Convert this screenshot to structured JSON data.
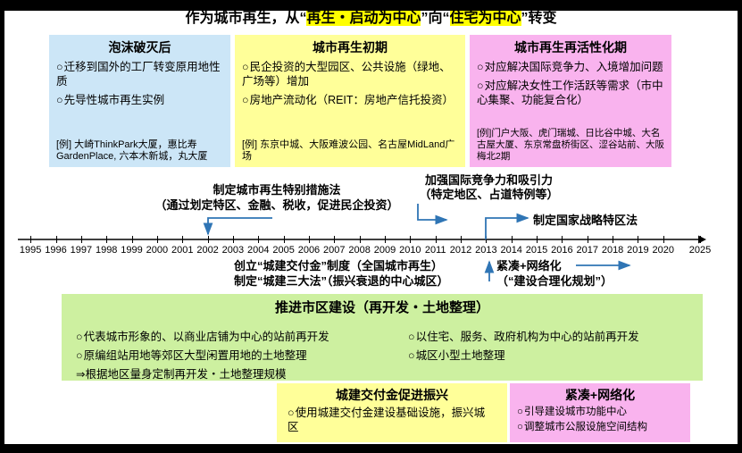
{
  "title": {
    "segments": [
      {
        "text": "作为城市再生，从“",
        "highlight": false
      },
      {
        "text": "再生・启动为中心",
        "highlight": true
      },
      {
        "text": "”向“",
        "highlight": false
      },
      {
        "text": "住宅为中心",
        "highlight": true
      },
      {
        "text": "”转变",
        "highlight": false
      }
    ]
  },
  "glyphs": {
    "bullet": "○"
  },
  "phases": [
    {
      "name": "泡沫破灭后",
      "bullets": [
        "迁移到国外的工厂转变原用地性质",
        "先导性城市再生实例"
      ],
      "example": "[例] 大崎ThinkPark大厦，惠比寿GardenPlace, 六本木新城，丸大厦"
    },
    {
      "name": "城市再生初期",
      "bullets": [
        "民企投资的大型园区、公共设施（绿地、广场等）增加",
        "房地产流动化（REIT：房地产信托投资）"
      ],
      "example": "[例] 东京中城、大阪难波公园、名古屋MidLand广场"
    },
    {
      "name": "城市再生再活性化期",
      "bullets": [
        "对应解决国际竞争力、入境增加问题",
        "对应解决女性工作活跃等需求（市中心集聚、功能复合化）"
      ],
      "example": "[例]门户大阪、虎门瑞城、日比谷中城、大名古屋大厦、东京常盘桥街区、涩谷站前、大阪梅北2期"
    }
  ],
  "annotations": {
    "special_measures": {
      "line1": "制定城市再生特别措施法",
      "line2": "（通过划定特区、金融、税收，促进民企投资）"
    },
    "competitiveness": {
      "line1": "加强国际竞争力和吸引力",
      "line2": "（特定地区、占道特例等）"
    },
    "strategic_zone": {
      "line1": "制定国家战略特区法"
    },
    "grant_system": {
      "line1": "创立“城建交付金”制度（全国城市再生）",
      "line2": "制定“城建三大法”（振兴衰退的中心城区）"
    },
    "compact_network": {
      "line1": "紧凑+网络化",
      "line2": "（“建设合理化规划”）"
    }
  },
  "timeline": {
    "years": [
      "1995",
      "1996",
      "1997",
      "1998",
      "1999",
      "2000",
      "2001",
      "2002",
      "2003",
      "2004",
      "2005",
      "2006",
      "2007",
      "2008",
      "2009",
      "2010",
      "2011",
      "2012",
      "2013",
      "2014",
      "2015",
      "2016",
      "2017",
      "2018",
      "2019",
      "2020"
    ],
    "far_year": "2025"
  },
  "district_development": {
    "title": "推进市区建设（再开发・土地整理）",
    "left_bullets": [
      "代表城市形象的、以商业店铺为中心的站前再开发",
      "原编组站用地等郊区大型闲置用地的土地整理"
    ],
    "left_note": "⇒根据地区量身定制再开发・土地整理规模",
    "right_bullets": [
      "以住宅、服务、政府机构为中心的站前再开发",
      "城区小型土地整理"
    ]
  },
  "grant_box": {
    "title": "城建交付金促进振兴",
    "bullets": [
      "使用城建交付金建设基础设施，振兴城区"
    ]
  },
  "compact_box": {
    "title": "紧凑+网络化",
    "bullets": [
      "引导建设城市功能中心",
      "调整城市公服设施空间结构"
    ]
  },
  "colors": {
    "phase_blue": "#cce6f7",
    "phase_yellow": "#ffff99",
    "phase_pink": "#f9b3ee",
    "box_green": "#cdf0a0",
    "arrow_blue": "#2f75b5",
    "highlight_yellow": "#ffff00",
    "border_black": "#000000"
  }
}
